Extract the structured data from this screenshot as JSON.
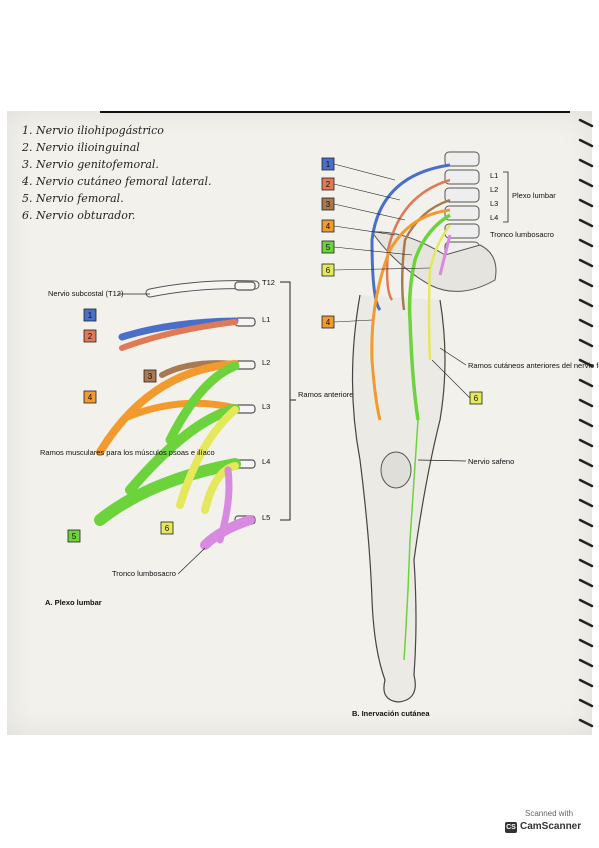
{
  "handwritten_list": [
    "1. Nervio iliohipogástrico",
    "2. Nervio ilioinguinal",
    "3. Nervio genitofemoral.",
    "4. Nervio cutáneo femoral lateral.",
    "5. Nervio femoral.",
    "6. Nervio obturador."
  ],
  "panel_a": {
    "caption": "A. Plexo lumbar",
    "subcostal_label": "Nervio subcostal (T12)",
    "levels": [
      "T12",
      "L1",
      "L2",
      "L3",
      "L4",
      "L5"
    ],
    "ramos_anteriores": "Ramos anteriores de nervios espinales",
    "ramos_musculares": "Ramos musculares para los músculos psoas e ilíaco",
    "tronco": "Tronco lumbosacro",
    "boxes": [
      "1",
      "2",
      "3",
      "4",
      "5",
      "6"
    ]
  },
  "panel_b": {
    "caption": "B. Inervación cutánea",
    "levels": [
      "L1",
      "L2",
      "L3",
      "L4"
    ],
    "plexo": "Plexo lumbar",
    "tronco": "Tronco lumbosacro",
    "ramos_cutaneos": "Ramos cutáneos anteriores del nervio femoral",
    "safeno": "Nervio safeno",
    "boxes": [
      "1",
      "2",
      "3",
      "4",
      "5",
      "6",
      "4",
      "6"
    ]
  },
  "colors": {
    "n1": "#4a6fc8",
    "n2": "#e07a55",
    "n3": "#a77a52",
    "n4": "#f29a2e",
    "n5": "#6cd33c",
    "n6": "#e4e85a",
    "tronco": "#d88ae0"
  },
  "watermark": {
    "scanned_with": "Scanned with",
    "brand": "CamScanner",
    "logo": "CS"
  }
}
